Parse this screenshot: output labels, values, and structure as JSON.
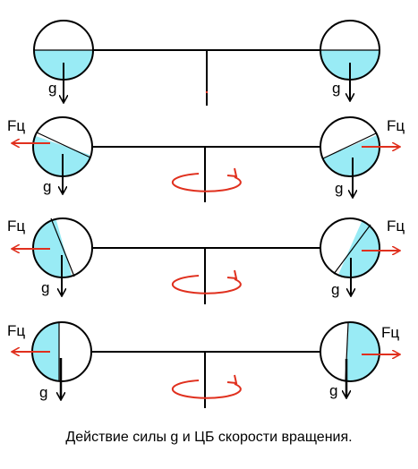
{
  "labels": {
    "gravity": "g",
    "centrifugal": "Fц"
  },
  "caption": "Действие силы g и ЦБ скорости вращения.",
  "colors": {
    "liquid": "#99ebf5",
    "outline": "#000000",
    "force_arrow": "#e0301e",
    "rotation_arrow": "#e0301e"
  }
}
